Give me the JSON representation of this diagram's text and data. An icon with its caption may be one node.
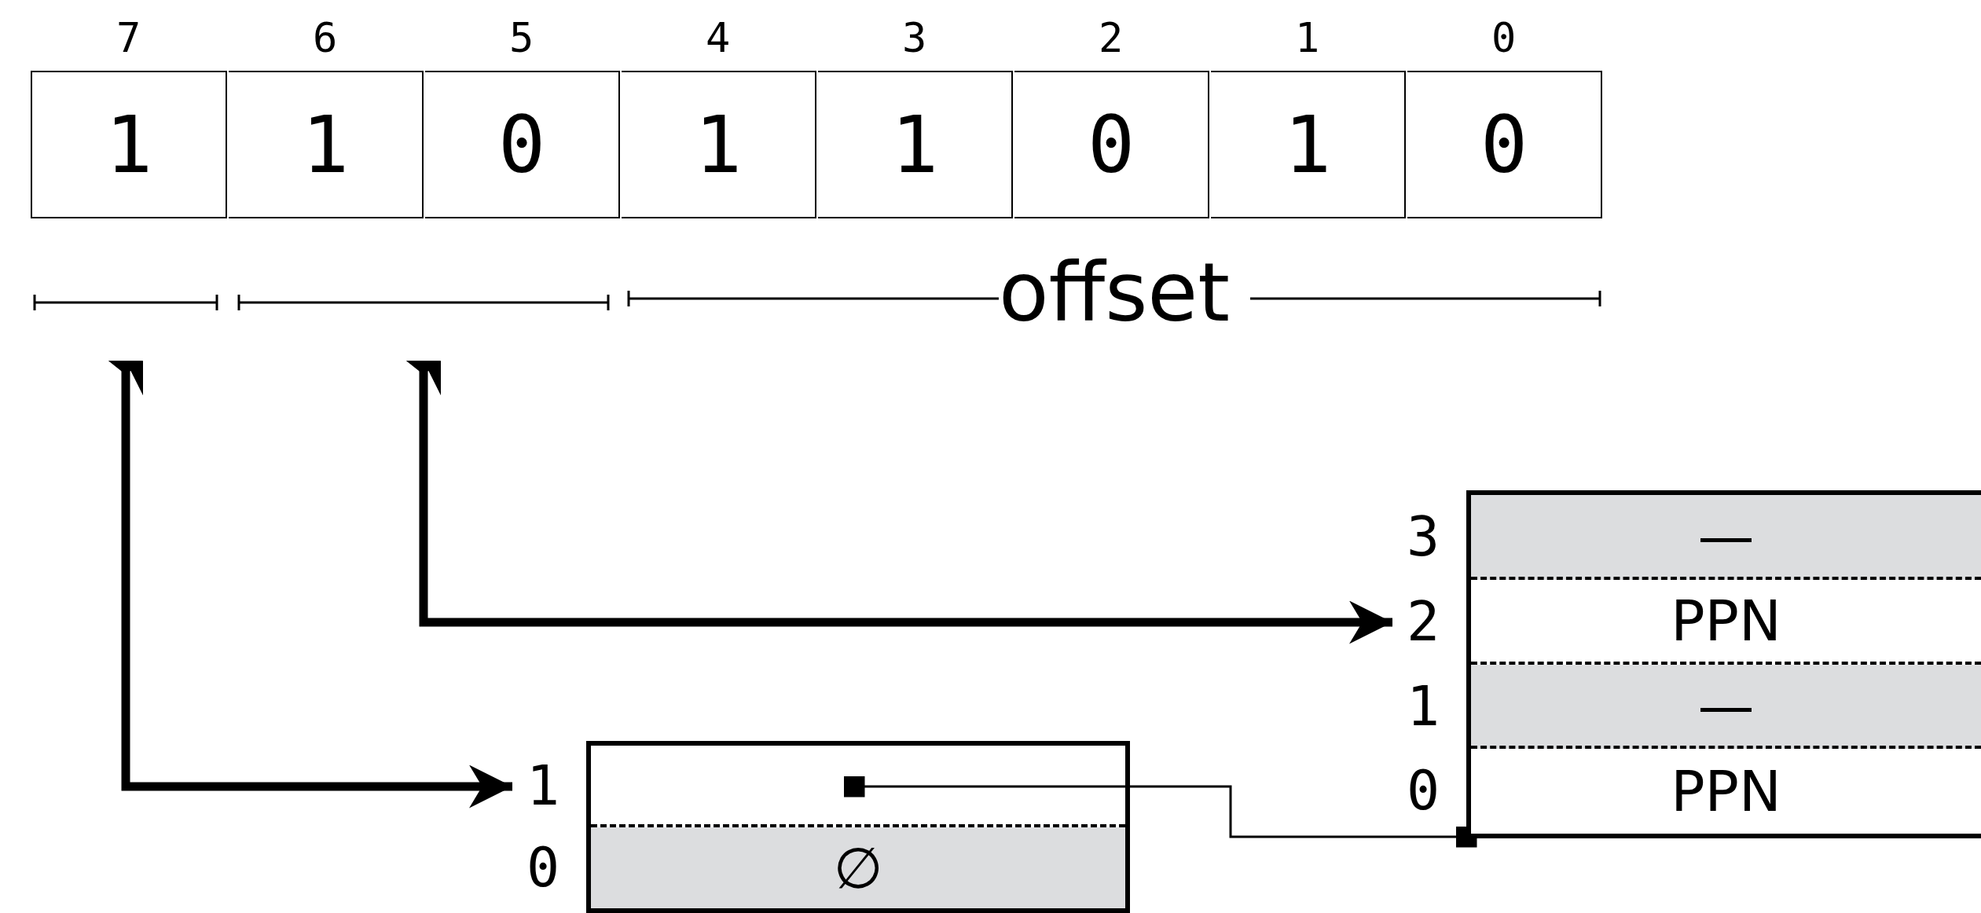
{
  "diagram": {
    "nodes": [
      {
        "text": [
          "1"
        ],
        "beside": [
          "7"
        ]
      },
      {
        "text": [
          "1"
        ],
        "beside": [
          "6"
        ]
      },
      {
        "text": [
          "0"
        ],
        "beside": [
          "5"
        ]
      },
      {
        "text": [
          "1"
        ],
        "beside": [
          "4"
        ]
      },
      {
        "text": [
          "1"
        ],
        "beside": [
          "3"
        ]
      },
      {
        "text": [
          "0"
        ],
        "beside": [
          "2"
        ]
      },
      {
        "text": [
          "1"
        ],
        "beside": [
          "1"
        ]
      },
      {
        "text": [
          "0"
        ],
        "beside": [
          "0"
        ]
      },
      {
        "text": [],
        "shape": "bracket"
      },
      {
        "text": [],
        "shape": "bracket"
      },
      {
        "text": [
          "offset"
        ]
      },
      {
        "text": [],
        "shape": "box"
      },
      {
        "text": [],
        "shape": "box",
        "in": 11,
        "beside": [
          "1"
        ]
      },
      {
        "text": [
          "∅"
        ],
        "in": 11,
        "beside": [
          "0"
        ]
      },
      {
        "text": [],
        "shape": "box"
      },
      {
        "text": [
          "—"
        ],
        "in": 14,
        "beside": [
          "3"
        ]
      },
      {
        "text": [
          "PPN"
        ],
        "in": 14,
        "beside": [
          "2"
        ]
      },
      {
        "text": [
          "—"
        ],
        "in": 14,
        "beside": [
          "1"
        ]
      },
      {
        "text": [
          "PPN"
        ],
        "in": 14,
        "beside": [
          "0"
        ]
      }
    ],
    "edges": [
      {
        "from": 8,
        "to": 12,
        "arrow": "to"
      },
      {
        "from": 9,
        "to": 16,
        "arrow": "to"
      },
      {
        "from": 12,
        "to": 14,
        "arrow": "other"
      }
    ]
  }
}
